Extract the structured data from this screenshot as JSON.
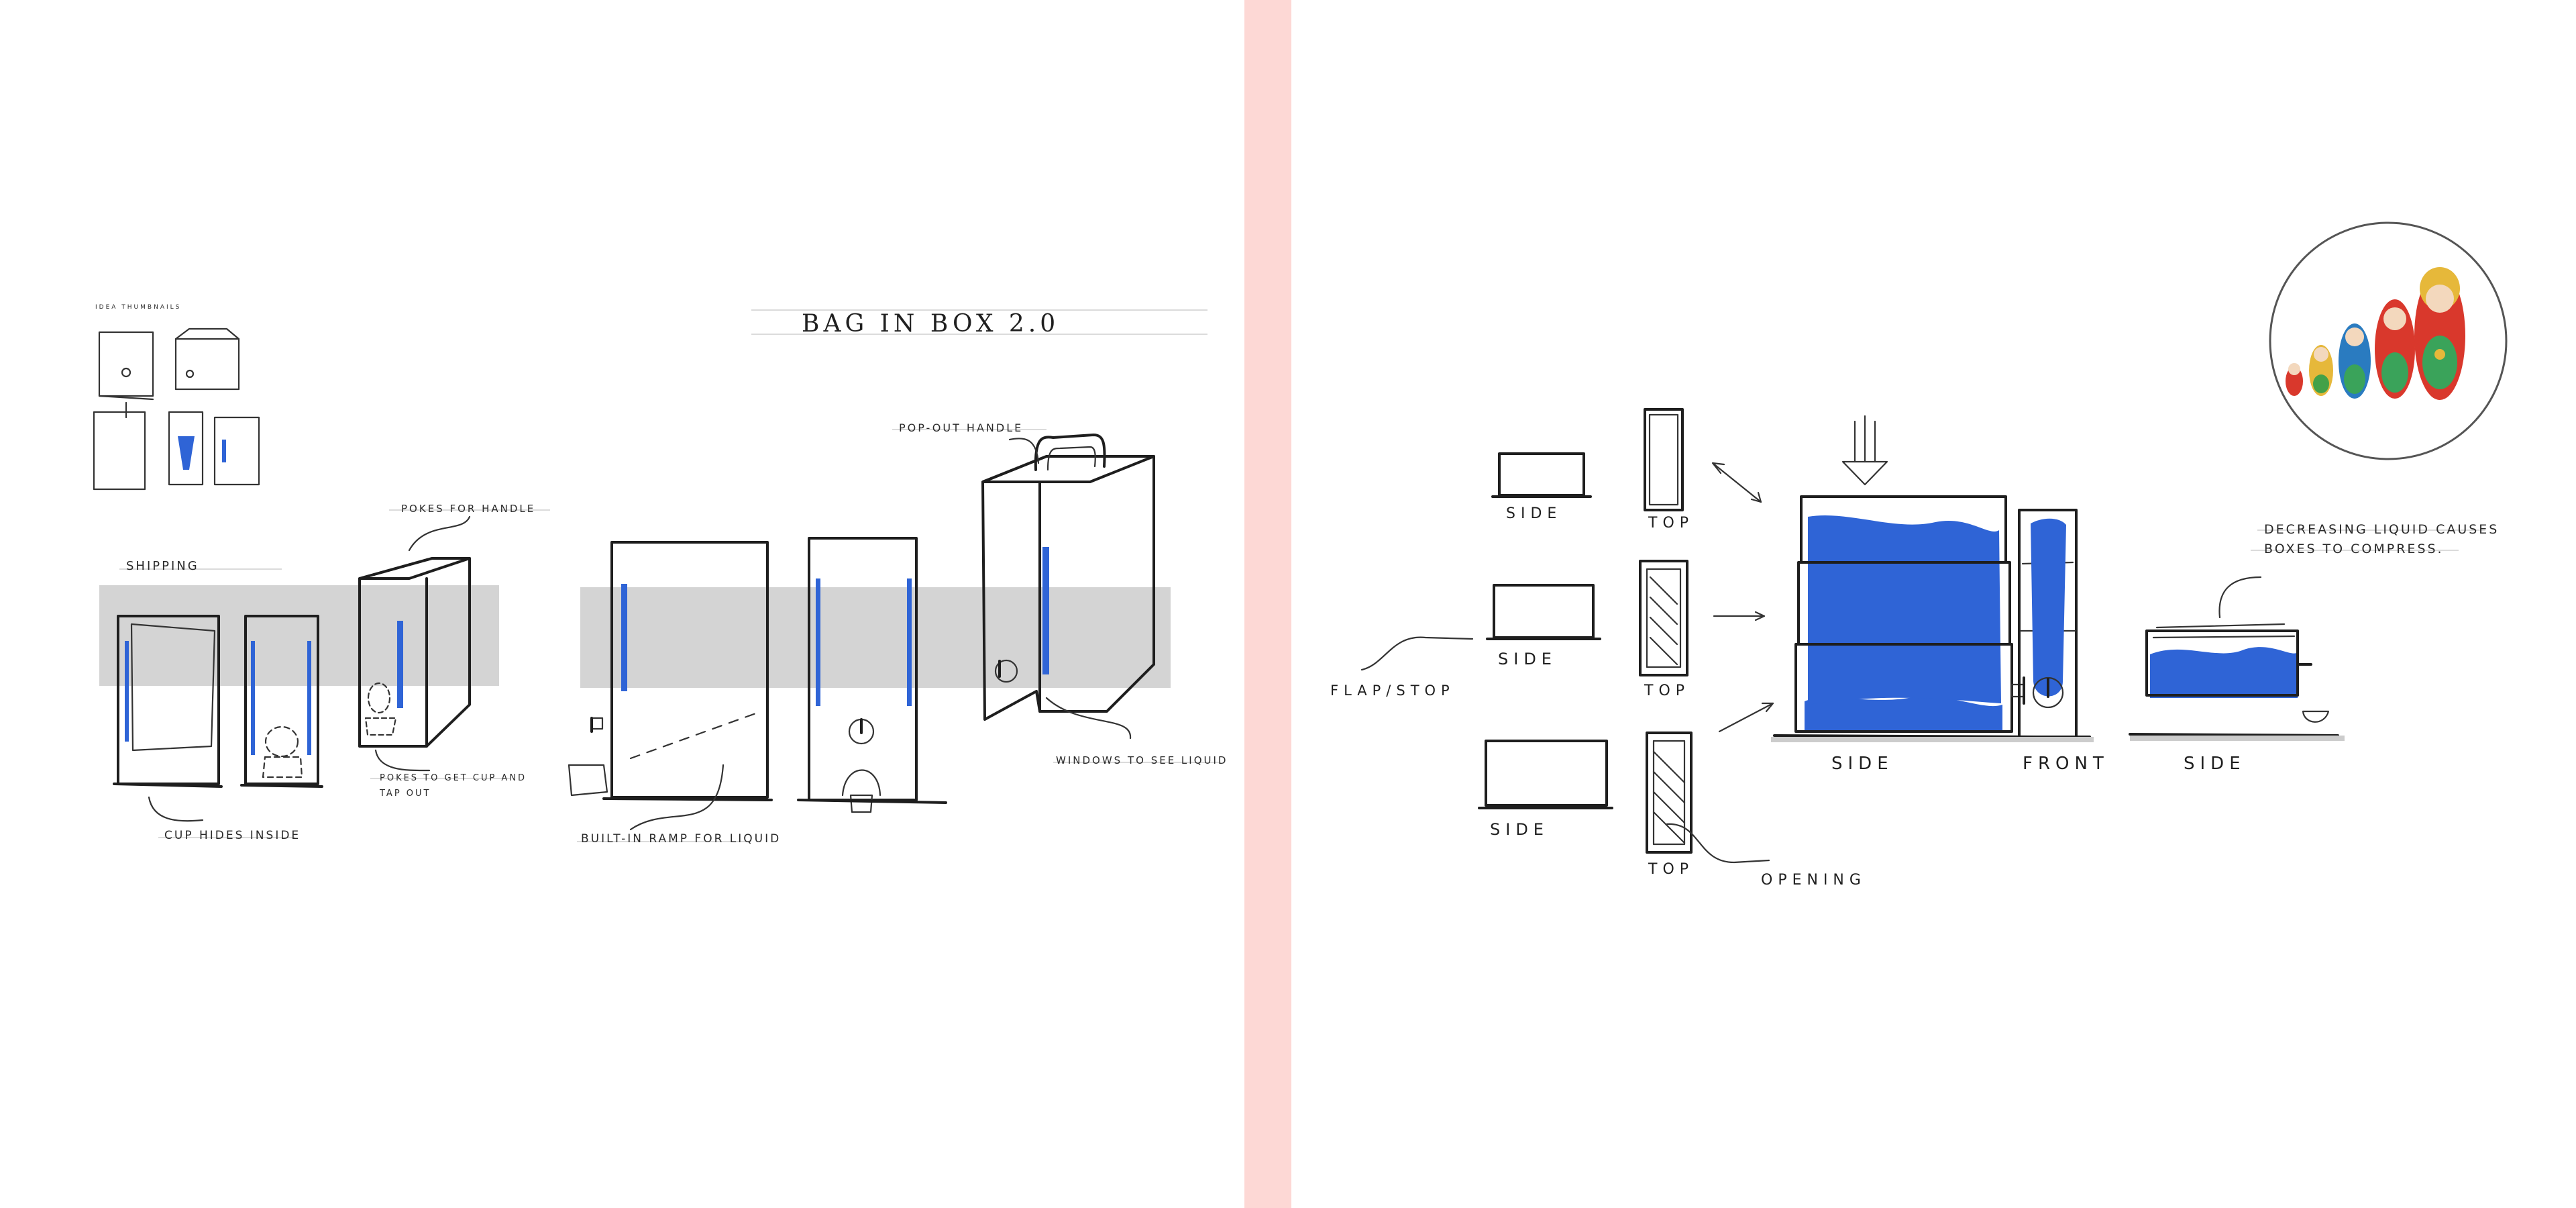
{
  "colors": {
    "divider": "#fdd8d5",
    "liquid_blue": "#2f64d6",
    "band_gray": "#d4d4d4"
  },
  "left_sheet": {
    "title": "BAG IN BOX 2.0",
    "label_ideation": "IDEA THUMBNAILS",
    "label_shipping": "SHIPPING",
    "label_pokes": "POKES FOR HANDLE",
    "label_pokes_cup_1": "POKES TO GET CUP AND",
    "label_pokes_cup_2": "TAP OUT",
    "label_cup_hides": "CUP HIDES INSIDE",
    "label_ramp": "BUILT-IN RAMP FOR LIQUID",
    "label_handle": "POP-OUT HANDLE",
    "label_windows": "WINDOWS TO SEE LIQUID"
  },
  "right_sheet": {
    "label_side_1": "SIDE",
    "label_top_1": "TOP",
    "label_side_2": "SIDE",
    "label_top_2": "TOP",
    "label_side_3": "SIDE",
    "label_top_3": "TOP",
    "label_flap": "FLAP/STOP",
    "label_opening": "OPENING",
    "label_side_main": "SIDE",
    "label_front": "FRONT",
    "label_side_compressed": "SIDE",
    "label_decreasing_1": "DECREASING LIQUID CAUSES",
    "label_decreasing_2": "BOXES TO COMPRESS."
  },
  "icons": [
    "down-arrow-icon",
    "nesting-dolls-icon",
    "tap-icon",
    "cup-icon"
  ]
}
